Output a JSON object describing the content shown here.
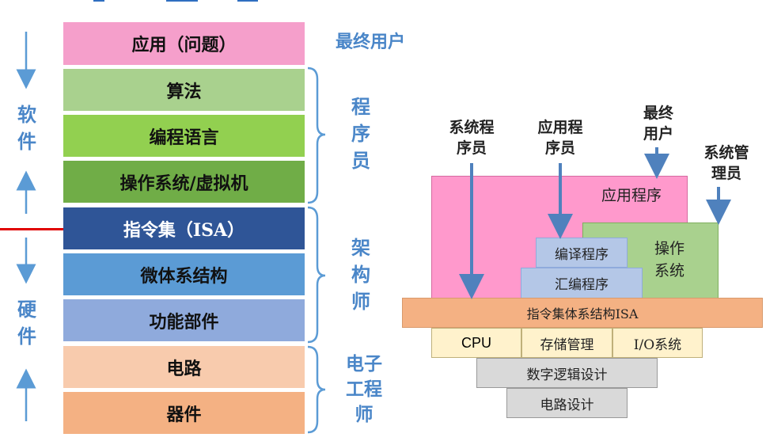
{
  "left_stack": {
    "layers": [
      {
        "label": "应用（问题）",
        "color": "#f59fcb"
      },
      {
        "label": "算法",
        "color": "#a9d18e"
      },
      {
        "label": "编程语言",
        "color": "#92d050"
      },
      {
        "label": "操作系统/虚拟机",
        "color": "#70ad47"
      },
      {
        "label": "指令集（ISA）",
        "color": "#2f5597"
      },
      {
        "label": "微体系结构",
        "color": "#5b9bd5"
      },
      {
        "label": "功能部件",
        "color": "#8faadc"
      },
      {
        "label": "电路",
        "color": "#f8cbad"
      },
      {
        "label": "器件",
        "color": "#f4b183"
      }
    ],
    "software_label": "软件",
    "hardware_label": "硬件",
    "end_user_label": "最终用户",
    "programmer_label": "程序员",
    "architect_label": "架构师",
    "engineer_label": "电子工程师"
  },
  "right_diagram": {
    "sys_programmer": "系统程序员",
    "app_programmer": "应用程序员",
    "end_user": "最终用户",
    "sys_admin": "系统管理员",
    "app_program": "应用程序",
    "os": "操作系统",
    "compiler": "编译程序",
    "assembler": "汇编程序",
    "isa": "指令集体系结构ISA",
    "cpu": "CPU",
    "storage": "存储管理",
    "io": "I/O系统",
    "digital_logic": "数字逻辑设计",
    "circuit_design": "电路设计"
  },
  "colors": {
    "accent_blue": "#4a86c8",
    "red_line": "#e00000",
    "app_pink": "#ff99cc",
    "os_green": "#a9d18e",
    "compiler_blue": "#b4c7e7",
    "isa_orange": "#f4b183",
    "cpu_yellow": "#fff2cc",
    "logic_gray": "#d9d9d9"
  }
}
